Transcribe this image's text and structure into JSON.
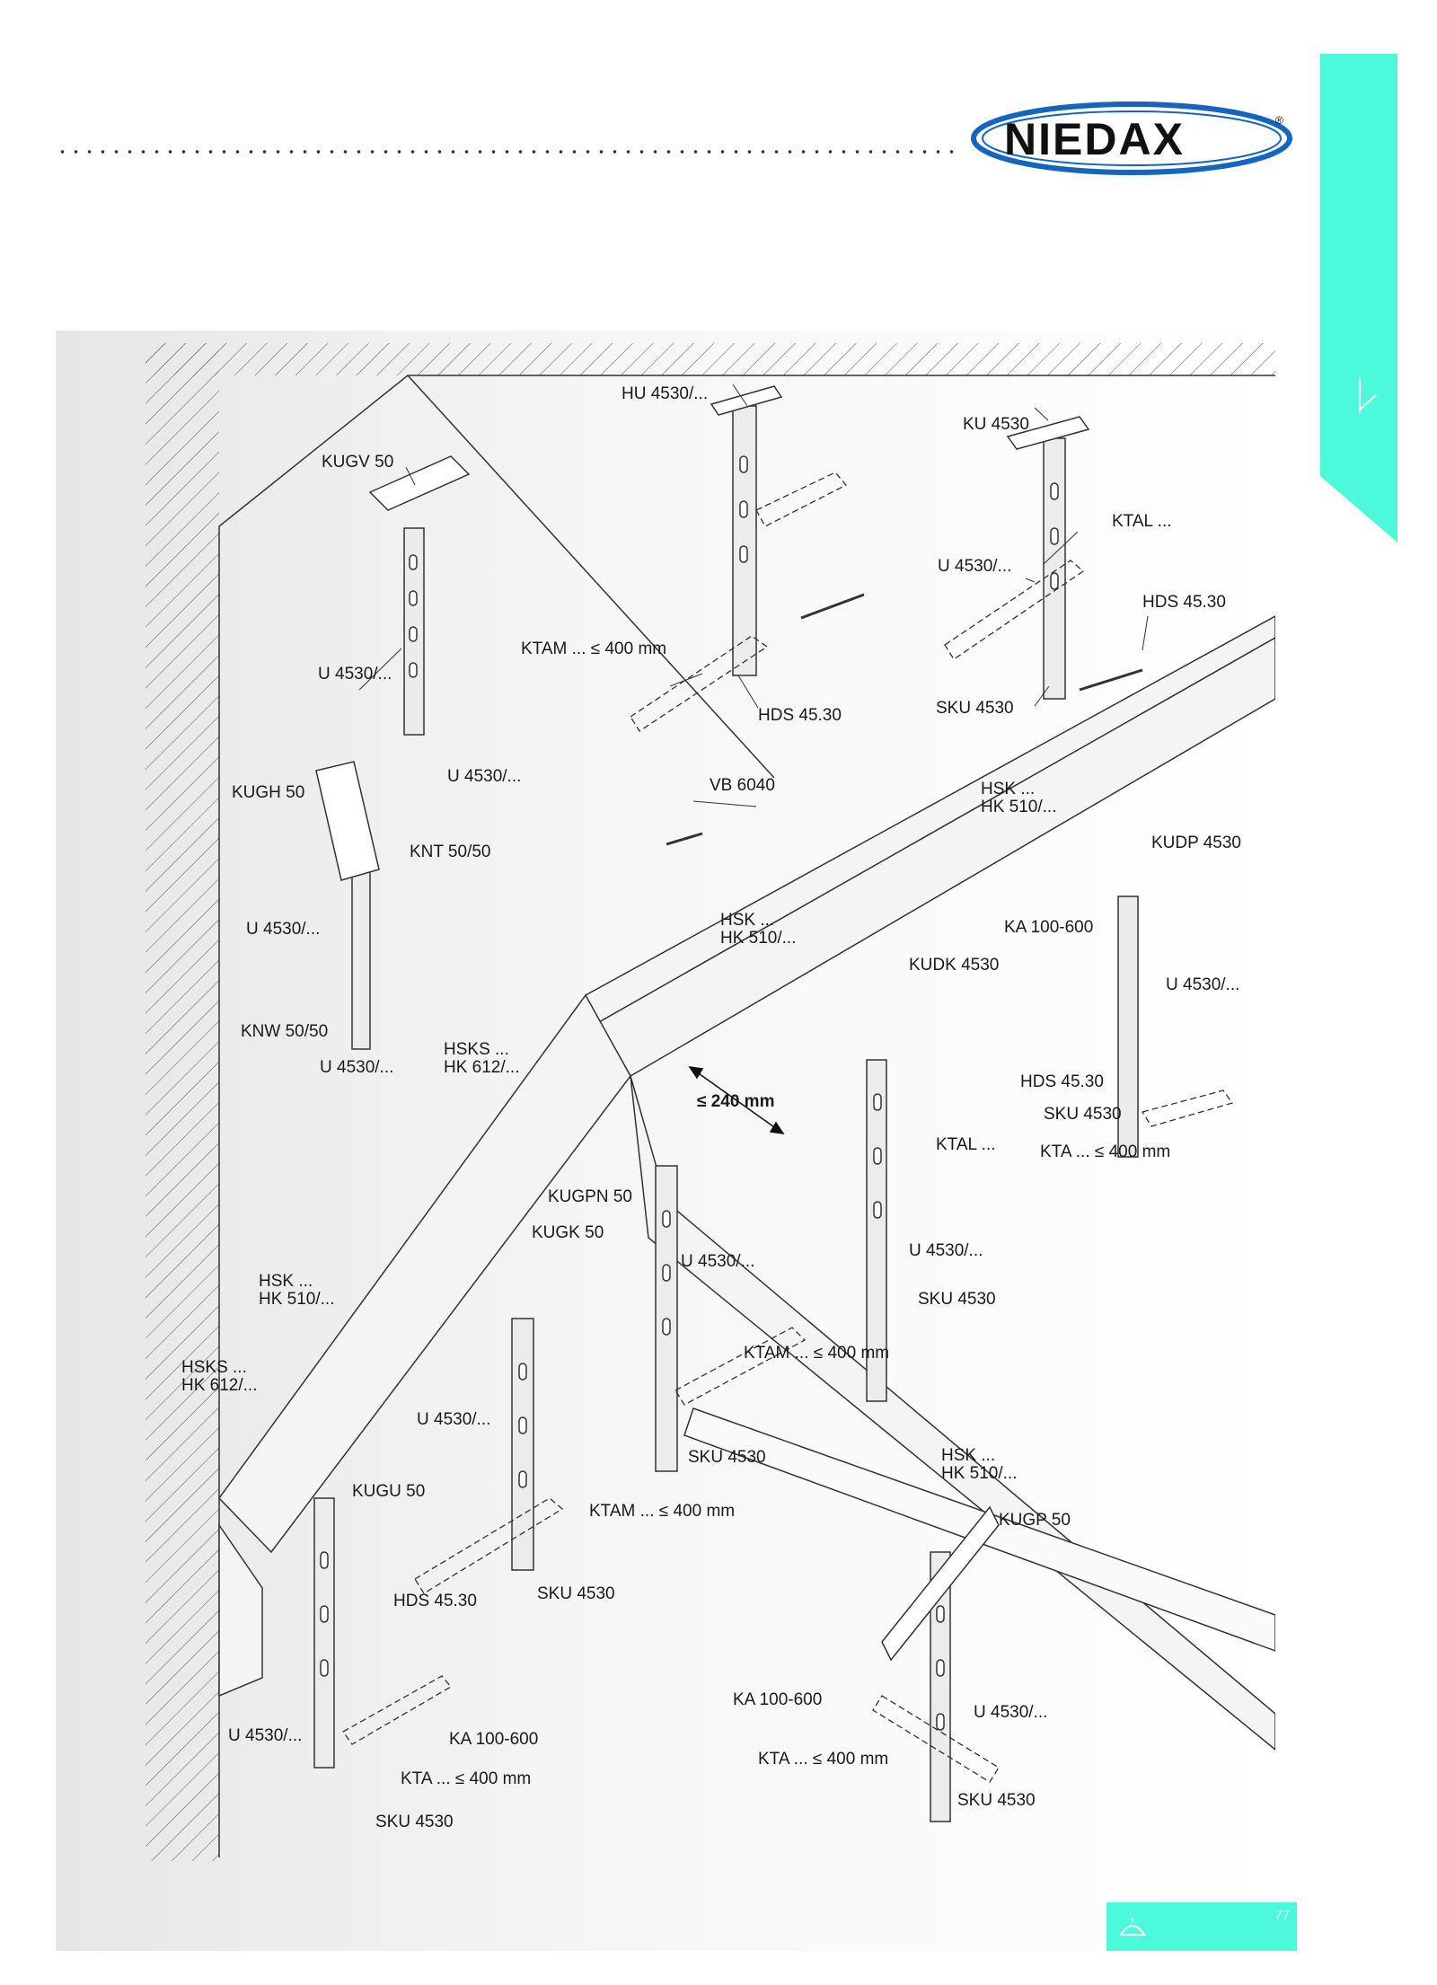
{
  "brand": {
    "name": "NIEDAX",
    "registered_mark": "®",
    "accent_color": "#4cfadb",
    "logo_color": "#1565c0"
  },
  "footer": {
    "page_number": "77"
  },
  "diagram": {
    "labels": {
      "hu4530": "HU 4530/...",
      "ku4530": "KU 4530",
      "kugv50": "KUGV 50",
      "ktal_top": "KTAL ...",
      "u4530_tr": "U 4530/...",
      "hds_tr": "HDS 45.30",
      "u4530_tl": "U 4530/...",
      "ktam_top": "KTAM ... ≤ 400 mm",
      "hds_top": "HDS 45.30",
      "sku_tr": "SKU 4530",
      "u4530_mid": "U 4530/...",
      "vb6040": "VB 6040",
      "kugh50": "KUGH 50",
      "hsk_r1": "HSK ...",
      "hk510_r1": "HK 510/...",
      "knt5050": "KNT 50/50",
      "kudp4530": "KUDP 4530",
      "hsk_c1": "HSK ...",
      "hk510_c1": "HK 510/...",
      "u4530_l2": "U 4530/...",
      "ka100600_r": "KA 100-600",
      "kudk4530": "KUDK 4530",
      "u4530_r2": "U 4530/...",
      "knw5050": "KNW 50/50",
      "hsks_m": "HSKS ...",
      "hk612_m": "HK 612/...",
      "u4530_l3": "U 4530/...",
      "hds_r2": "HDS 45.30",
      "le240": "≤ 240 mm",
      "sku_r2": "SKU 4530",
      "ktal_mid": "KTAL ...",
      "kta_r2": "KTA ... ≤ 400 mm",
      "kugpn50": "KUGPN 50",
      "kugk50": "KUGK 50",
      "u4530_c3": "U 4530/...",
      "u4530_r3": "U 4530/...",
      "hsk_l4": "HSK ...",
      "hk510_l4": "HK 510/...",
      "sku_r3": "SKU 4530",
      "ktam_c": "KTAM ... ≤ 400 mm",
      "hsks_l5": "HSKS ...",
      "hk612_l5": "HK 612/...",
      "u4530_c5": "U 4530/...",
      "sku_c5": "SKU 4530",
      "hsk_r5": "HSK ...",
      "hk510_r5": "HK 510/...",
      "kugu50": "KUGU 50",
      "ktam_b": "KTAM ... ≤ 400 mm",
      "kugp50": "KUGP 50",
      "hds_b": "HDS 45.30",
      "sku_b": "SKU 4530",
      "ka100600_b": "KA 100-600",
      "u4530_b": "U 4530/...",
      "u4530_lb": "U 4530/...",
      "ka100600_lb": "KA 100-600",
      "kta_b": "KTA ... ≤ 400 mm",
      "kta_lb": "KTA ... ≤ 400 mm",
      "sku_rb": "SKU 4530",
      "sku_lb": "SKU 4530"
    }
  }
}
